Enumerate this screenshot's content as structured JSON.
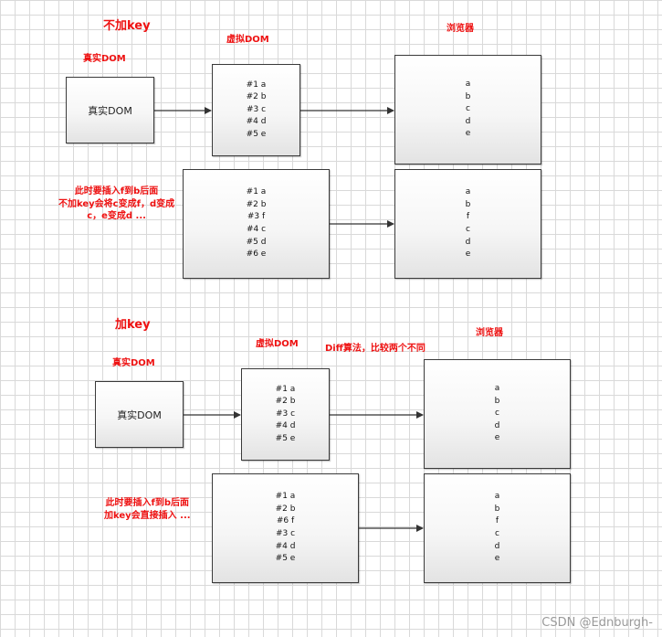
{
  "top": {
    "title": "不加key",
    "real_dom_label": "真实DOM",
    "vdom_label": "虚拟DOM",
    "browser_label": "浏览器",
    "real_dom_box": "真实DOM",
    "vdom1": [
      "#1 a",
      "#2 b",
      "#3 c",
      "#4 d",
      "#5 e"
    ],
    "browser1": [
      "a",
      "b",
      "c",
      "d",
      "e"
    ],
    "note": [
      "此时要插入f到b后面",
      "不加key会将c变成f，d变成",
      "c，e变成d ..."
    ],
    "vdom2": [
      "#1 a",
      "#2 b",
      "#3 f",
      "#4 c",
      "#5 d",
      "#6 e"
    ],
    "browser2": [
      "a",
      "b",
      "f",
      "c",
      "d",
      "e"
    ]
  },
  "bottom": {
    "title": "加key",
    "real_dom_label": "真实DOM",
    "vdom_label": "虚拟DOM",
    "diff_label": "Diff算法，比较两个不同",
    "browser_label": "浏览器",
    "real_dom_box": "真实DOM",
    "vdom1": [
      "#1 a",
      "#2 b",
      "#3 c",
      "#4 d",
      "#5 e"
    ],
    "browser1": [
      "a",
      "b",
      "c",
      "d",
      "e"
    ],
    "note": [
      "此时要插入f到b后面",
      "加key会直接插入 ..."
    ],
    "vdom2": [
      "#1 a",
      "#2 b",
      "#6 f",
      "#3 c",
      "#4 d",
      "#5 e"
    ],
    "browser2": [
      "a",
      "b",
      "f",
      "c",
      "d",
      "e"
    ]
  },
  "watermark": "CSDN @Ednburgh-"
}
